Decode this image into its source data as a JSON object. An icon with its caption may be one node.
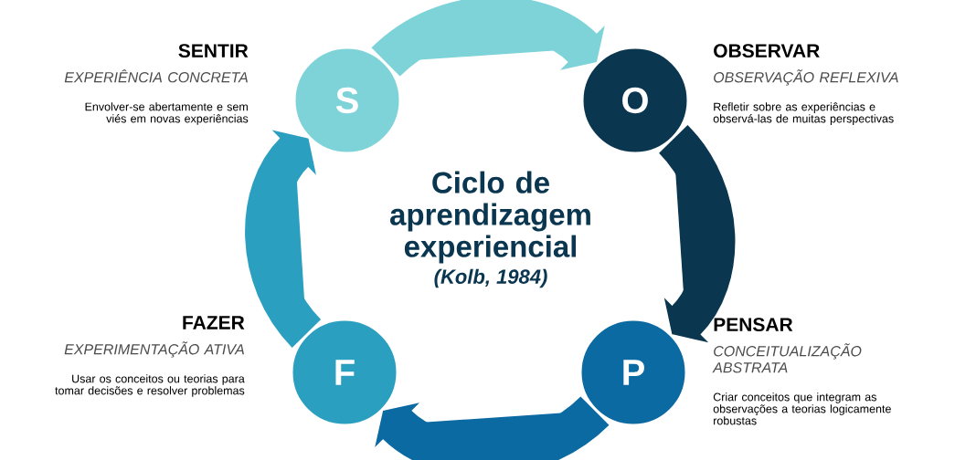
{
  "diagram": {
    "title": "Ciclo de aprendizagem experiencial",
    "nodes": [
      {
        "text": [
          "S"
        ],
        "beside": [
          "SENTIR",
          "EXPERIÊNCIA CONCRETA",
          "Envolver-se abertamente e sem viés em novas experiências"
        ]
      },
      {
        "text": [
          "O"
        ],
        "beside": [
          "OBSERVAR",
          "OBSERVAÇÃO REFLEXIVA",
          "Refletir sobre as experiências e observá-las de muitas perspectivas"
        ]
      },
      {
        "text": [
          "F"
        ],
        "beside": [
          "FAZER",
          "EXPERIMENTAÇÃO ATIVA",
          "Usar os conceitos ou teorias para tomar decisões e resolver problemas"
        ]
      },
      {
        "text": [
          "P"
        ],
        "beside": [
          "PENSAR",
          "CONCEITUALIZAÇÃO ABSTRATA",
          "Criar conceitos que integram as observações a teorias logicamente robustas"
        ]
      }
    ],
    "edges": [
      {
        "from": 0,
        "to": 1,
        "arrow": "to",
        "color": "#7dd3d8"
      },
      {
        "from": 1,
        "to": 3,
        "arrow": "to",
        "color": "#0a3650"
      },
      {
        "from": 3,
        "to": 2,
        "arrow": "to",
        "color": "#0b6aa2"
      },
      {
        "from": 2,
        "to": 0,
        "arrow": "to",
        "color": "#2a9fc0"
      }
    ],
    "labels": [
      "(Kolb, 1984)"
    ]
  }
}
